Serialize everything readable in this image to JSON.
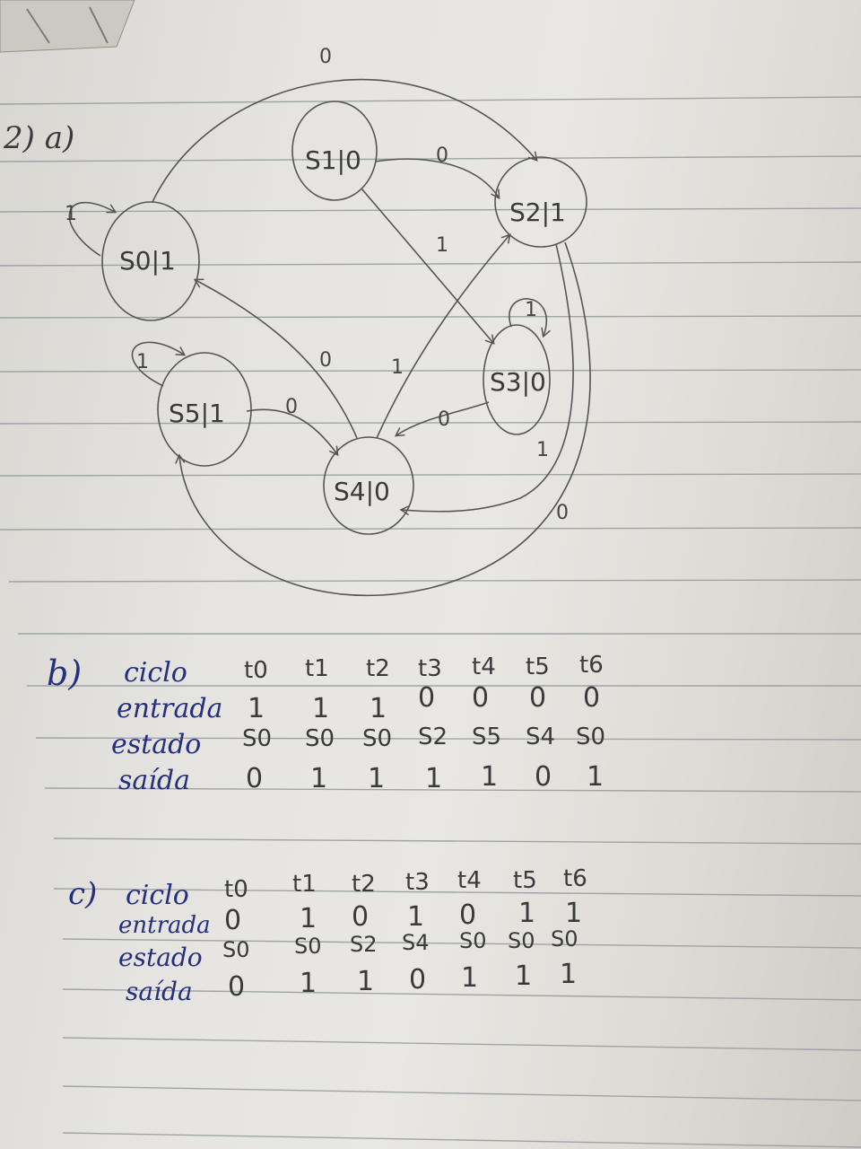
{
  "question_label": "2) a)",
  "diagram": {
    "states": [
      {
        "id": "S0",
        "label": "S0|1"
      },
      {
        "id": "S1",
        "label": "S1|0"
      },
      {
        "id": "S2",
        "label": "S2|1"
      },
      {
        "id": "S3",
        "label": "S3|0"
      },
      {
        "id": "S4",
        "label": "S4|0"
      },
      {
        "id": "S5",
        "label": "S5|1"
      }
    ],
    "transitions": [
      {
        "from": "S0",
        "to": "S0",
        "input": "1"
      },
      {
        "from": "S0",
        "to": "S2",
        "input": "0"
      },
      {
        "from": "S1",
        "to": "S2",
        "input": "0"
      },
      {
        "from": "S1",
        "to": "S3",
        "input": "1"
      },
      {
        "from": "S3",
        "to": "S3",
        "input": "1"
      },
      {
        "from": "S3",
        "to": "S4",
        "input": "0"
      },
      {
        "from": "S4",
        "to": "S0",
        "input": "0"
      },
      {
        "from": "S4",
        "to": "S2",
        "input": "1"
      },
      {
        "from": "S5",
        "to": "S5",
        "input": "1"
      },
      {
        "from": "S5",
        "to": "S4",
        "input": "0"
      },
      {
        "from": "S2",
        "to": "S4",
        "input": "1"
      },
      {
        "from": "S2",
        "to": "S5",
        "input": "0"
      }
    ]
  },
  "part_b": {
    "label": "b)",
    "rows": [
      {
        "name": "ciclo",
        "values": [
          "t0",
          "t1",
          "t2",
          "t3",
          "t4",
          "t5",
          "t6"
        ]
      },
      {
        "name": "entrada",
        "values": [
          "1",
          "1",
          "1",
          "0",
          "0",
          "0",
          "0"
        ]
      },
      {
        "name": "estado",
        "values": [
          "S0",
          "S0",
          "S0",
          "S2",
          "S5",
          "S4",
          "S0"
        ]
      },
      {
        "name": "saída",
        "values": [
          "0",
          "1",
          "1",
          "1",
          "1",
          "0",
          "1"
        ]
      }
    ]
  },
  "part_c": {
    "label": "c)",
    "rows": [
      {
        "name": "ciclo",
        "values": [
          "t0",
          "t1",
          "t2",
          "t3",
          "t4",
          "t5",
          "t6"
        ]
      },
      {
        "name": "entrada",
        "values": [
          "0",
          "1",
          "0",
          "1",
          "0",
          "1",
          "1"
        ]
      },
      {
        "name": "estado",
        "values": [
          "S0",
          "S0",
          "S2",
          "S4",
          "S0",
          "S0",
          "S0"
        ]
      },
      {
        "name": "saída",
        "values": [
          "0",
          "1",
          "1",
          "0",
          "1",
          "1",
          "1"
        ]
      }
    ]
  }
}
